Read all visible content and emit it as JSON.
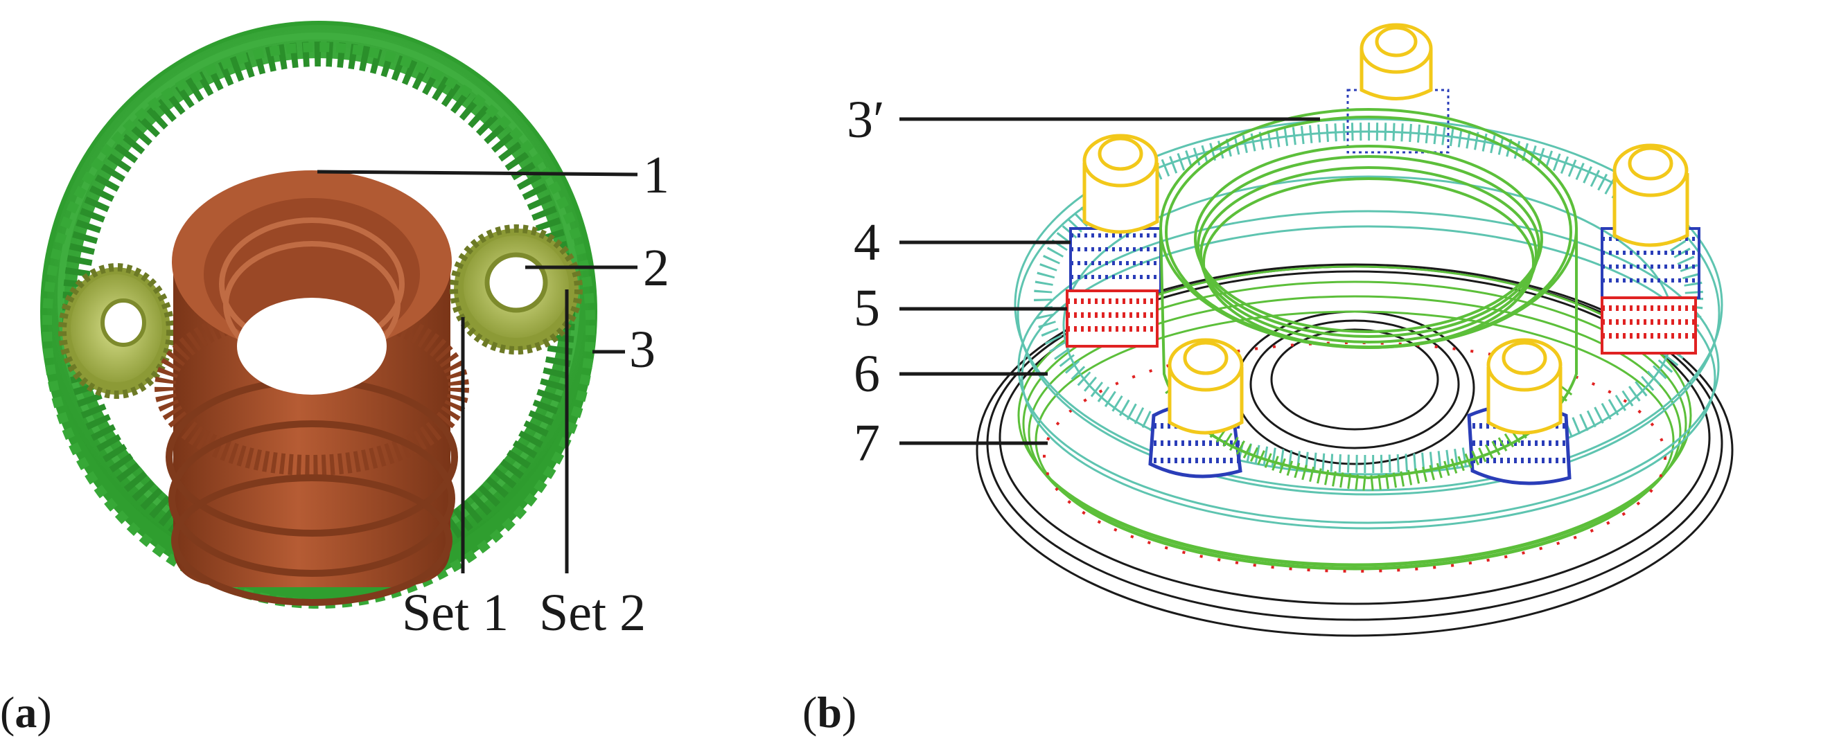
{
  "panel_a": {
    "caption_open": "(",
    "caption_letter": "a",
    "caption_close": ")",
    "labels": [
      "1",
      "2",
      "3"
    ],
    "set_labels": [
      "Set 1",
      "Set 2"
    ]
  },
  "panel_b": {
    "caption_open": "(",
    "caption_letter": "b",
    "caption_close": ")",
    "labels": [
      "3′",
      "4",
      "5",
      "6",
      "7"
    ]
  },
  "colors": {
    "ring_green": "#3db83d",
    "sun_brown": "#a64f2a",
    "planet_olive": "#a6b84a",
    "wire_teal": "#5ec4b0",
    "wire_green": "#5cbf3a",
    "wire_blue": "#2a3db8",
    "wire_red": "#e02222",
    "wire_yellow": "#f2c81a",
    "wire_black": "#1a1a1a"
  }
}
